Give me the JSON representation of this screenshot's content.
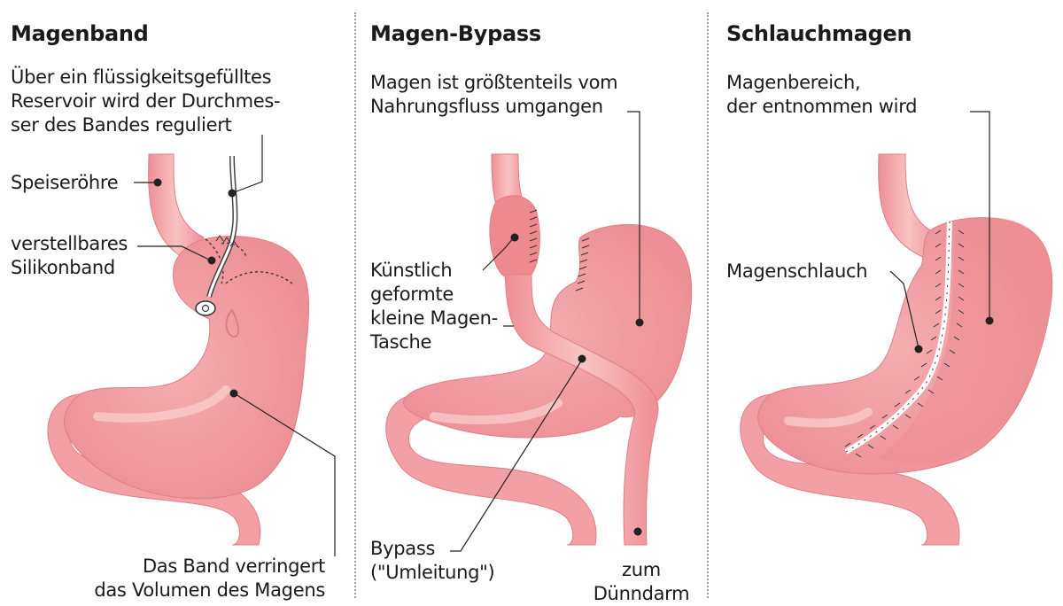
{
  "colors": {
    "organ_fill": "#f7b4b6",
    "organ_dark": "#ea7f86",
    "organ_light": "#fbd2d2",
    "text": "#1a1a1a"
  },
  "panels": [
    {
      "title": "Magenband",
      "caption": [
        "Über ein flüssigkeitsgefülltes",
        "Reservoir wird der Durchmes-",
        "ser des Bandes reguliert"
      ],
      "labels": {
        "esophagus": "Speiseröhre",
        "band": [
          "verstellbares",
          "Silikonband"
        ],
        "volume": [
          "Das Band verringert",
          "das Volumen des Magens"
        ]
      }
    },
    {
      "title": "Magen-Bypass",
      "caption": [
        "Magen ist größtenteils vom",
        "Nahrungsfluss umgangen"
      ],
      "labels": {
        "pouch": [
          "Künstlich",
          "geformte",
          "kleine Magen-",
          "Tasche"
        ],
        "bypass": [
          "Bypass",
          "(\"Umleitung\")"
        ],
        "intestine": [
          "zum",
          "Dünndarm"
        ]
      }
    },
    {
      "title": "Schlauchmagen",
      "caption": [
        "Magenbereich,",
        "der entnommen wird"
      ],
      "labels": {
        "sleeve": "Magenschlauch"
      }
    }
  ]
}
